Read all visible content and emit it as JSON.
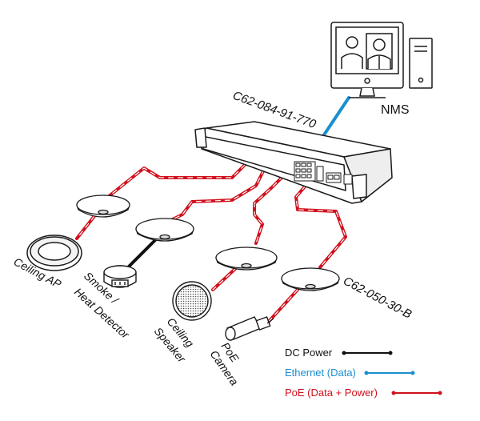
{
  "labels": {
    "switch_model": "C62-084-91-770",
    "nms": "NMS",
    "extender_model": "C62-050-30-B",
    "ceiling_ap": "Ceiling AP",
    "smoke_line1": "Smoke /",
    "smoke_line2": "Heat Detector",
    "speaker_line1": "Ceiling",
    "speaker_line2": "Speaker",
    "camera_line1": "PoE",
    "camera_line2": "Camera"
  },
  "legend": {
    "dc_power": "DC Power",
    "ethernet": "Ethernet (Data)",
    "poe": "PoE (Data + Power)"
  },
  "colors": {
    "dc_power": "#111111",
    "ethernet": "#1a8fd0",
    "poe": "#d0101d",
    "outline": "#1a1a1a"
  }
}
